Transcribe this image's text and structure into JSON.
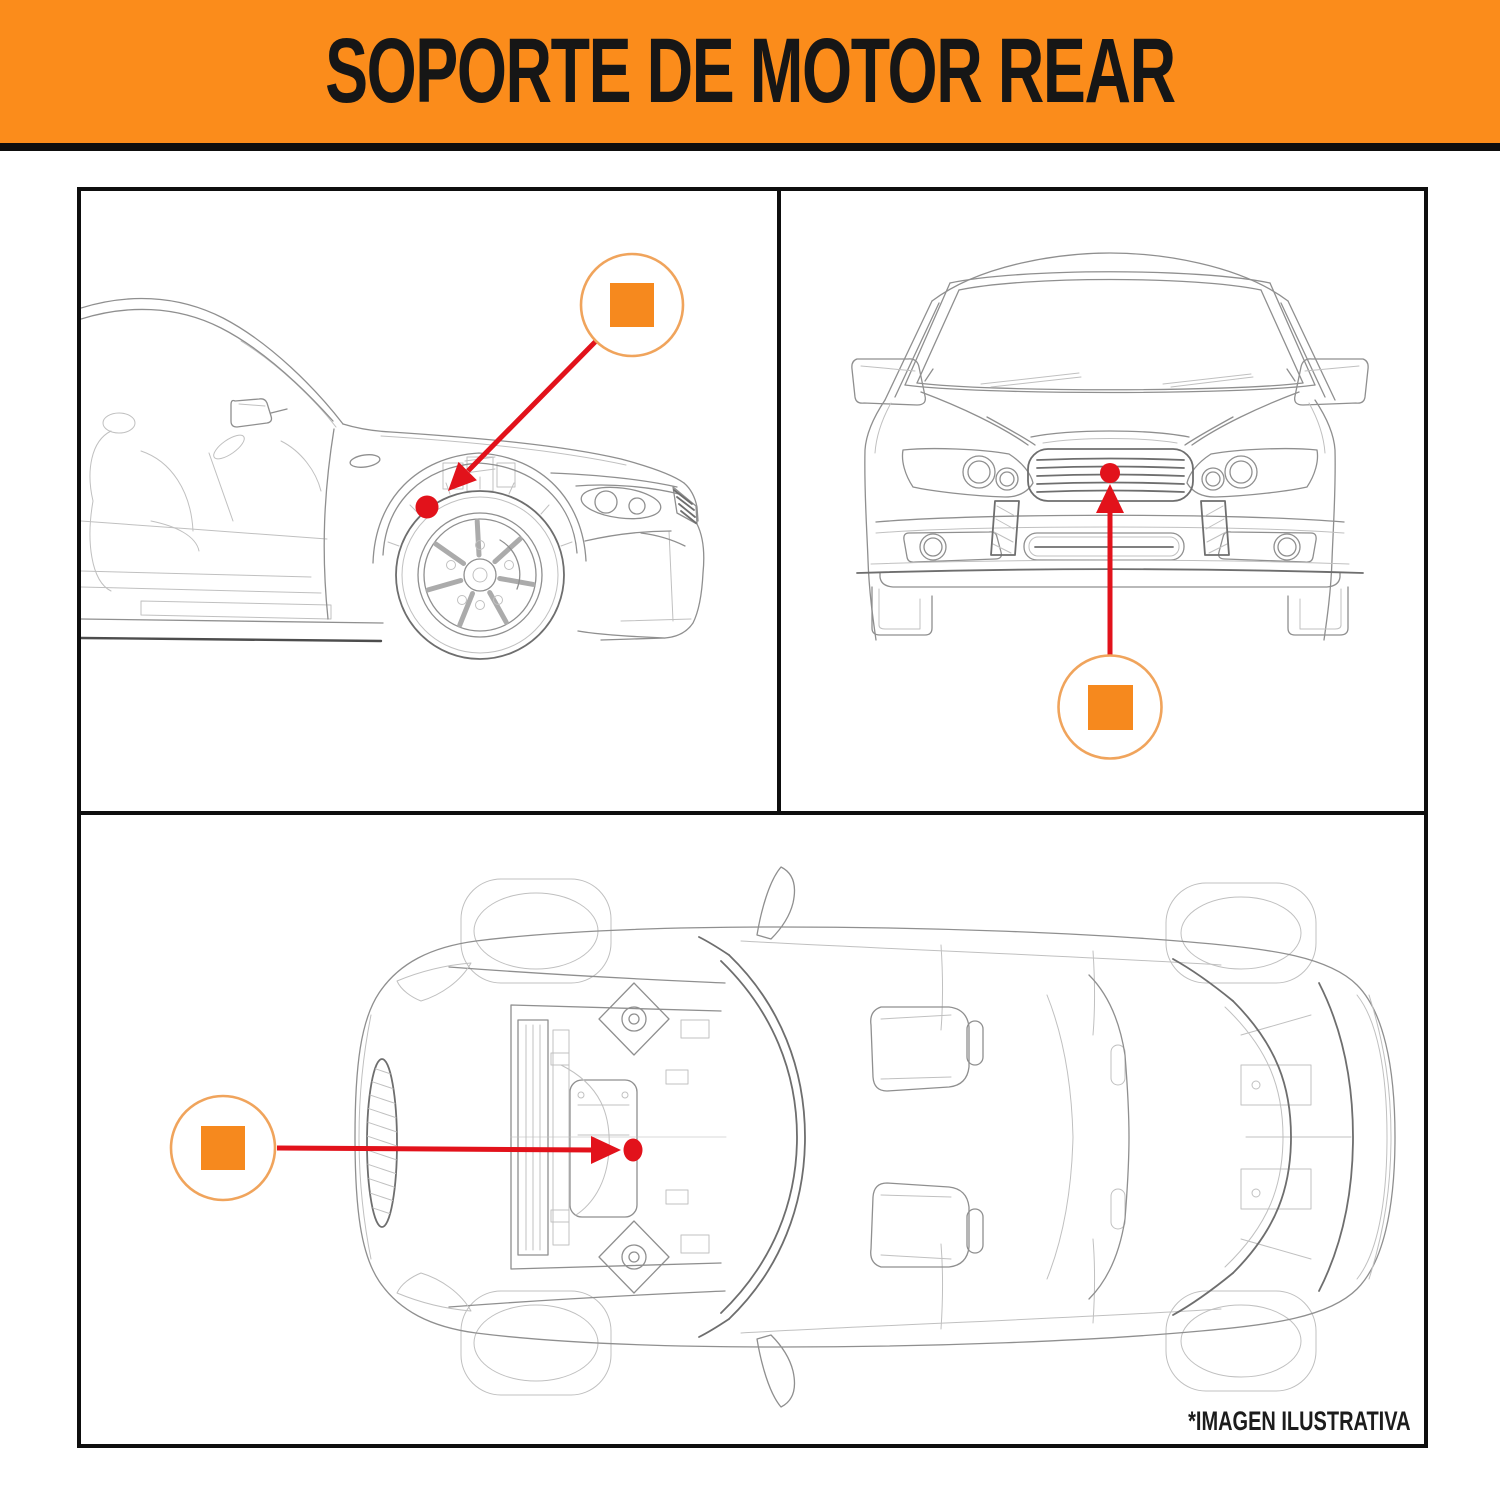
{
  "header": {
    "title": "SOPORTE DE MOTOR REAR"
  },
  "footnote": {
    "text": "*IMAGEN ILUSTRATIVA"
  },
  "colors": {
    "banner": "#FB8C1B",
    "marker_orange": "#F6891E",
    "ring_orange": "#F0A45C",
    "arrow_red": "#E2121B",
    "frame": "#0E0E0E",
    "text": "#161616",
    "sketch": "#8F8F8F",
    "sketch_dark": "#6E6E6E",
    "sketch_faint": "#C0C0C0"
  },
  "panels": {
    "side_view": {
      "view": "car-side-view",
      "legend_icon": "orange-square-in-circle",
      "pointer_icon": "red-arrow",
      "location_icon": "red-dot"
    },
    "front_view": {
      "view": "car-front-view",
      "legend_icon": "orange-square-in-circle",
      "pointer_icon": "red-arrow",
      "location_icon": "red-dot"
    },
    "top_view": {
      "view": "car-top-view",
      "legend_icon": "orange-square-in-circle",
      "pointer_icon": "red-arrow",
      "location_icon": "red-dot"
    }
  }
}
